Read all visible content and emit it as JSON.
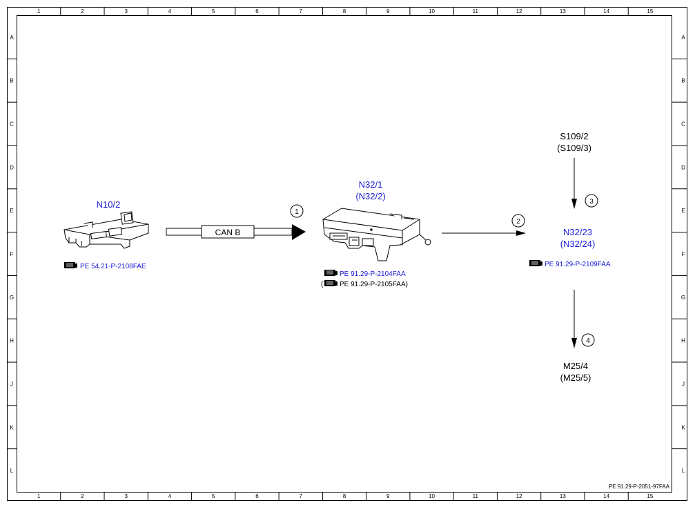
{
  "grid": {
    "columns": [
      "1",
      "2",
      "3",
      "4",
      "5",
      "6",
      "7",
      "8",
      "9",
      "10",
      "11",
      "12",
      "13",
      "14",
      "15"
    ],
    "rows": [
      "A",
      "B",
      "C",
      "D",
      "E",
      "F",
      "G",
      "H",
      "J",
      "K",
      "L"
    ]
  },
  "components": {
    "n10_2": {
      "label": "N10/2",
      "ref": "PE 54.21-P-2108FAE"
    },
    "n32_1": {
      "label": "N32/1",
      "label_alt": "(N32/2)",
      "ref": "PE 91.29-P-2104FAA",
      "ref_alt_open": "(",
      "ref_alt": "PE 91.29-P-2105FAA)"
    },
    "n32_23": {
      "label": "N32/23",
      "label_alt": "(N32/24)",
      "ref": "PE 91.29-P-2109FAA"
    },
    "s109_2": {
      "label": "S109/2",
      "label_alt": "(S109/3)"
    },
    "m25_4": {
      "label": "M25/4",
      "label_alt": "(M25/5)"
    }
  },
  "bus": {
    "label": "CAN B"
  },
  "markers": [
    "1",
    "2",
    "3",
    "4"
  ],
  "footer_ref": "PE 91.29-P-2051-97FAA",
  "colors": {
    "link": "#1a1ad6",
    "line": "#000000"
  }
}
